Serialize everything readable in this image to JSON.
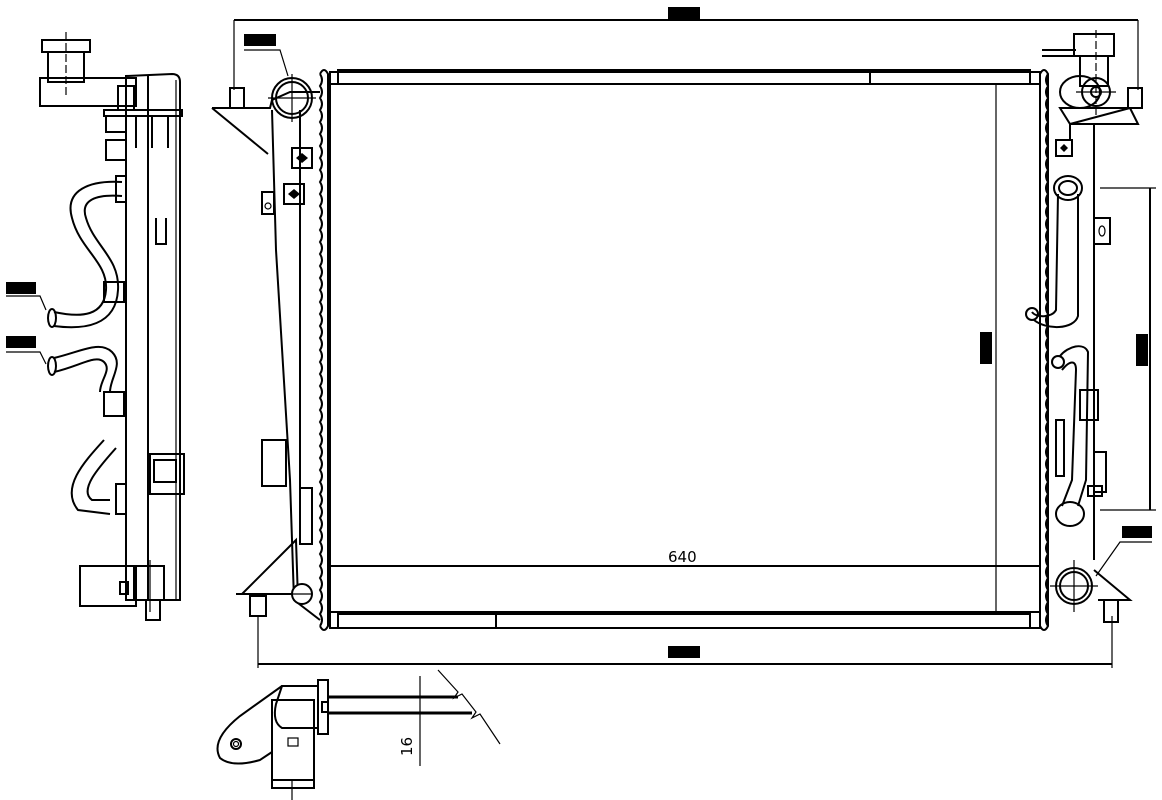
{
  "drawing": {
    "subject": "radiator technical drawing",
    "views": [
      "side-view",
      "front-view",
      "bracket-detail"
    ],
    "colors": {
      "line": "#000000",
      "background": "#ffffff"
    }
  },
  "dimensions": {
    "core_width": "640",
    "core_thickness": "16",
    "overall_width_top": "",
    "overall_width_bottom": "",
    "core_height": "",
    "outlet_spacing": "",
    "inlet_label": "",
    "outlet_label": "",
    "oil_cooler_label_upper": "",
    "oil_cooler_label_lower": ""
  }
}
